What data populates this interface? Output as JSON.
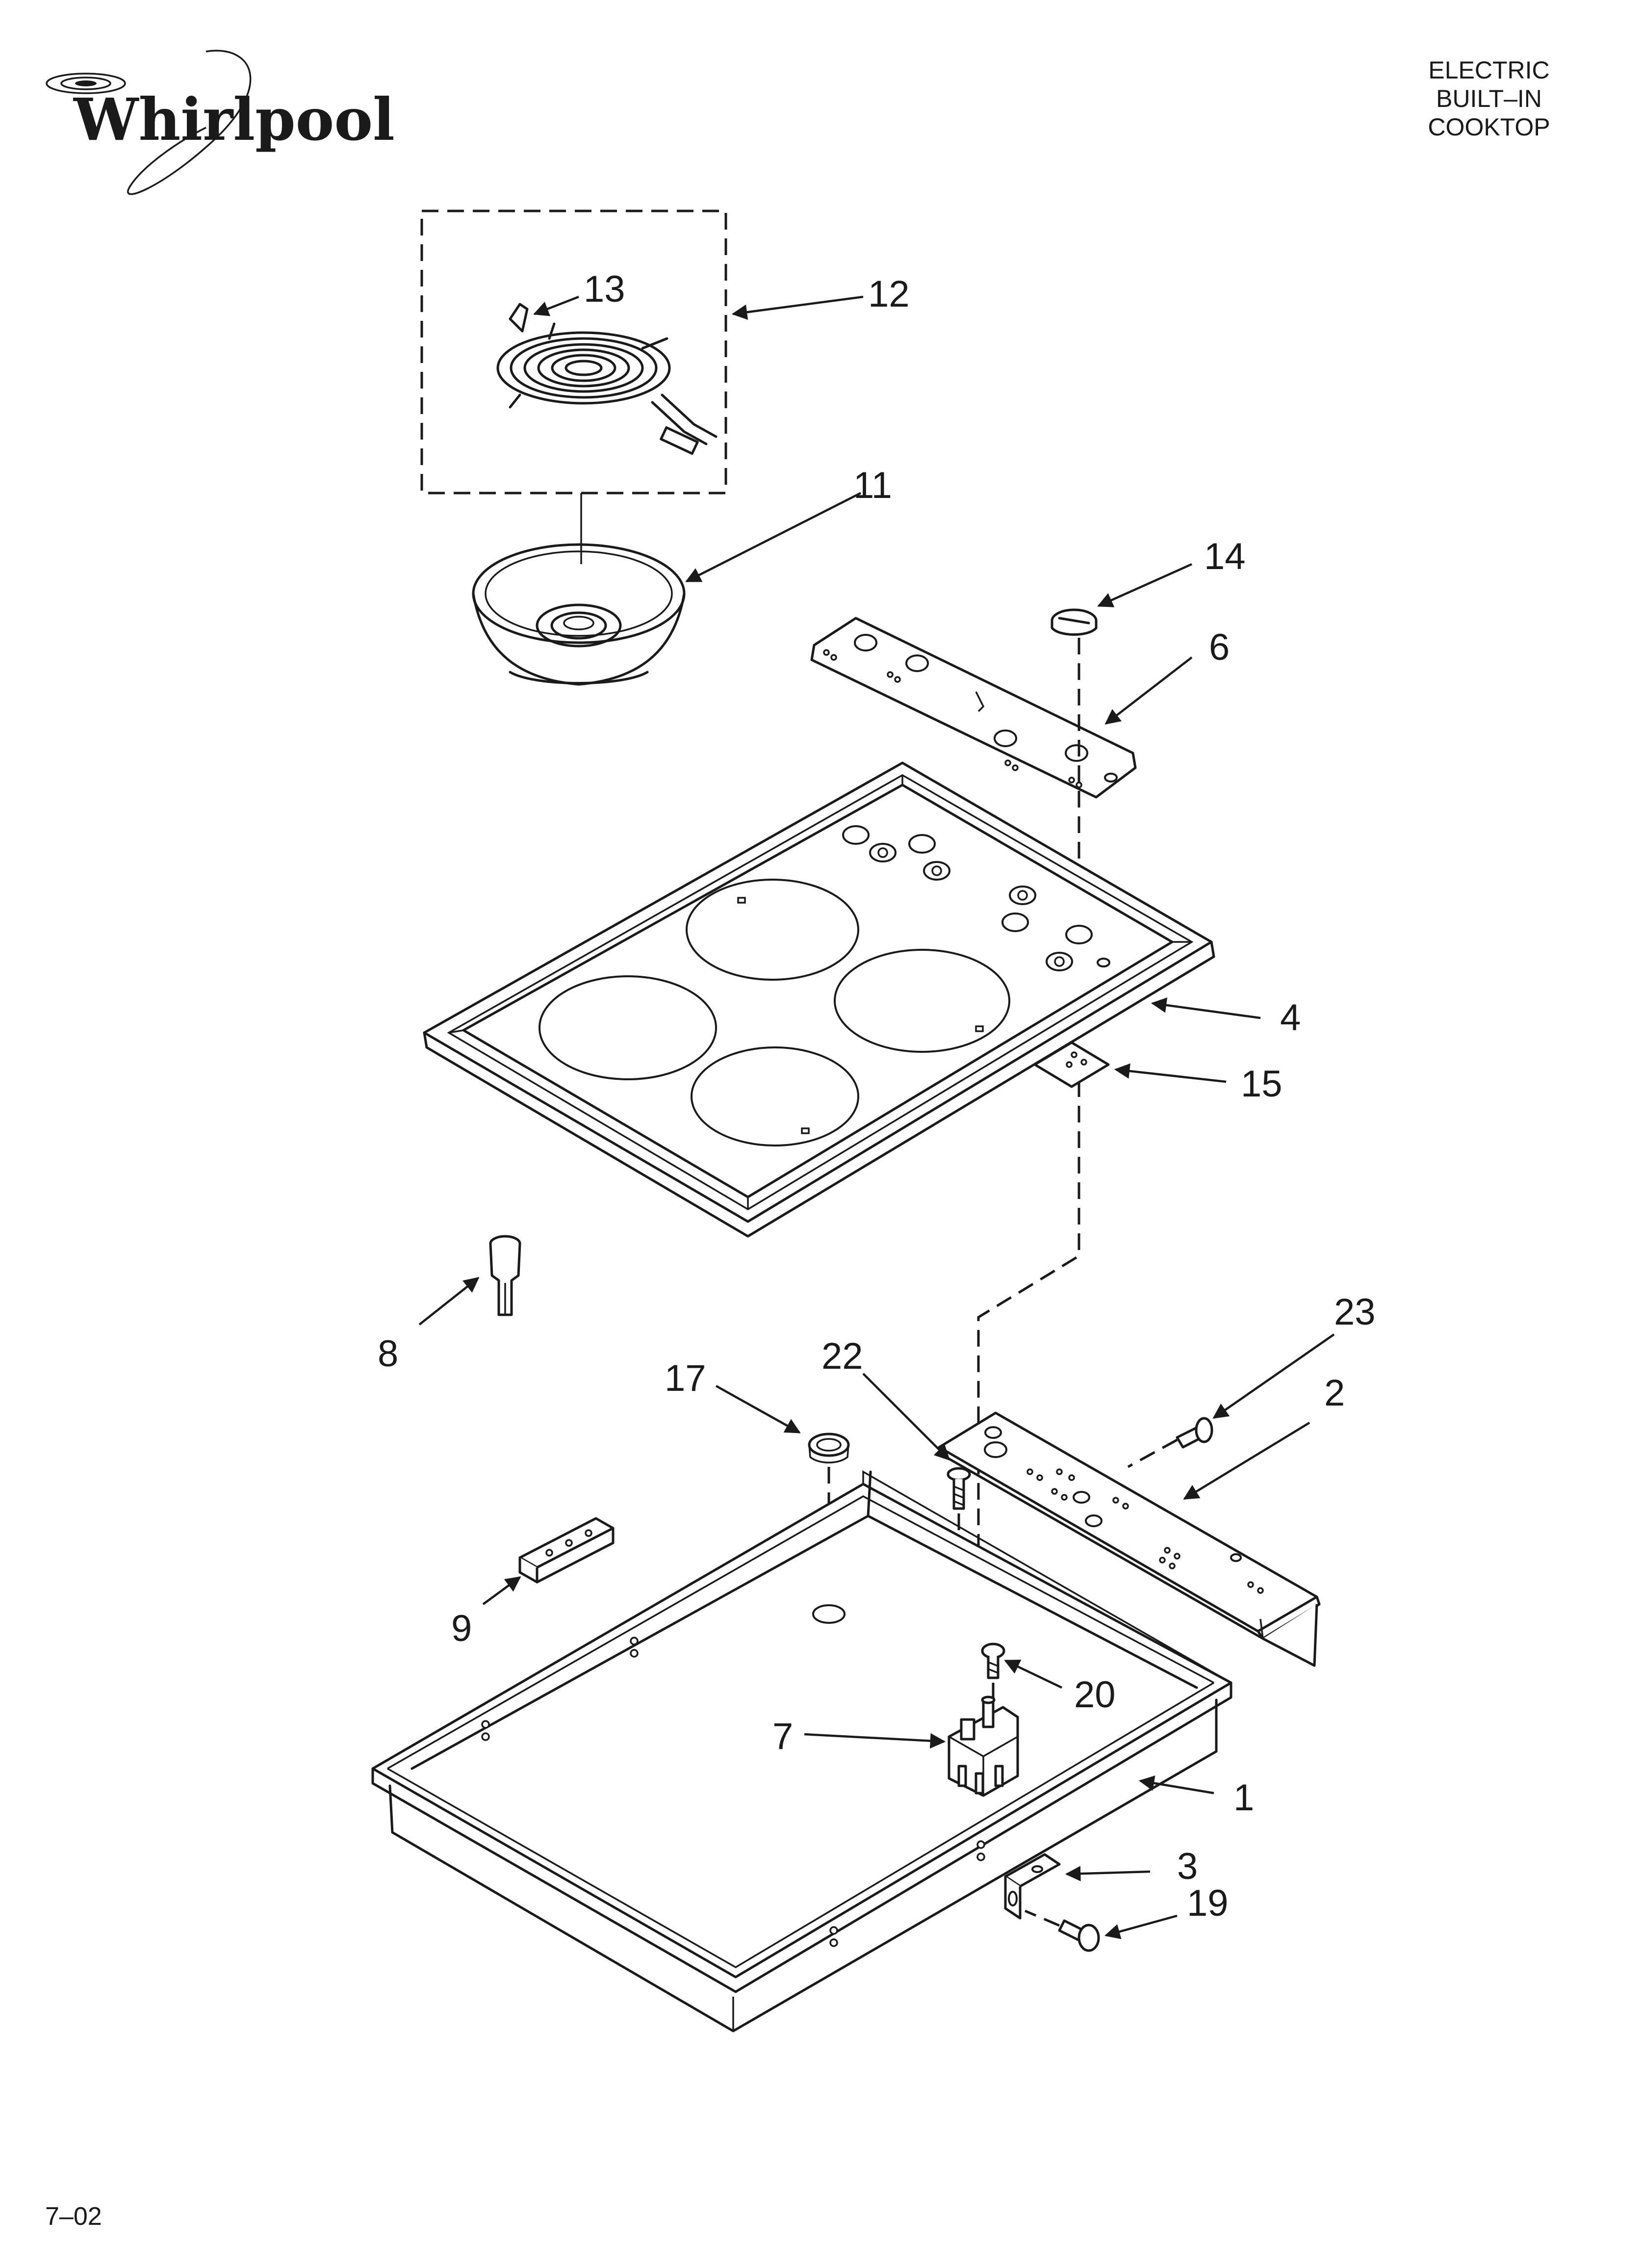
{
  "brand": {
    "name": "Whirlpool"
  },
  "header": {
    "lines": [
      "ELECTRIC",
      "BUILT–IN",
      "COOKTOP"
    ]
  },
  "footer": {
    "code": "7–02"
  },
  "callouts": {
    "c1": "1",
    "c2": "2",
    "c3": "3",
    "c4": "4",
    "c6": "6",
    "c7": "7",
    "c8": "8",
    "c9": "9",
    "c11": "11",
    "c12": "12",
    "c13": "13",
    "c14": "14",
    "c15": "15",
    "c17": "17",
    "c19": "19",
    "c20": "20",
    "c22": "22",
    "c23": "23"
  },
  "colors": {
    "ink": "#1a1a1a",
    "paper": "#ffffff"
  }
}
